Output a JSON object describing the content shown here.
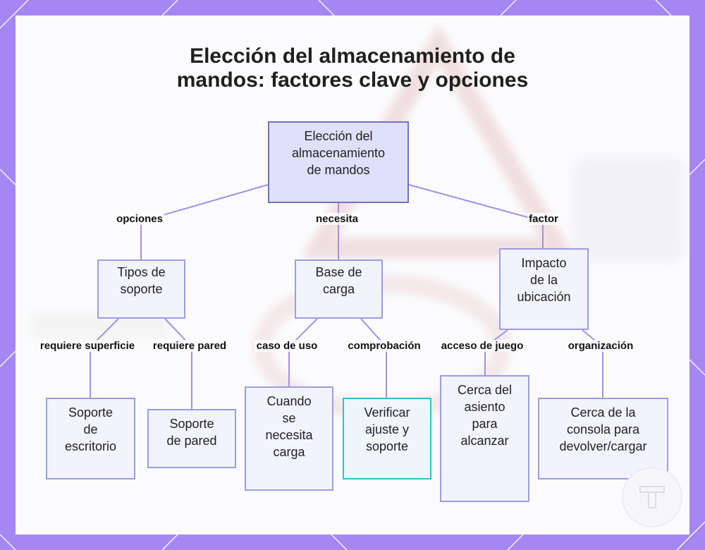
{
  "title": "Elección del almacenamiento de\nmandos: factores clave y opciones",
  "nodes": {
    "root": "Elección del\nalmacenamiento\nde mandos",
    "tipos": "Tipos de\nsoporte",
    "base": "Base de\ncarga",
    "impacto": "Impacto\nde la\nubicación",
    "escritorio": "Soporte\nde\nescritorio",
    "pared": "Soporte\nde pared",
    "cuando": "Cuando\nse\nnecesita\ncarga",
    "verificar": "Verificar\najuste y\nsoporte",
    "asiento": "Cerca del\nasiento\npara\nalcanzar",
    "consola": "Cerca de la\nconsola para\ndevolver/cargar"
  },
  "edges": {
    "opciones": "opciones",
    "necesita": "necesita",
    "factor": "factor",
    "superficie": "requiere superficie",
    "pared": "requiere pared",
    "uso": "caso de uso",
    "comprobacion": "comprobación",
    "juego": "acceso de juego",
    "organizacion": "organización"
  },
  "colors": {
    "frame": "#a586f3",
    "node_fill": "#f2f3fd",
    "node_border": "#9c9ce2",
    "root_fill": "#dfe0fb",
    "connector": "#a58ee6",
    "highlight_border": "#2fc0cf"
  }
}
